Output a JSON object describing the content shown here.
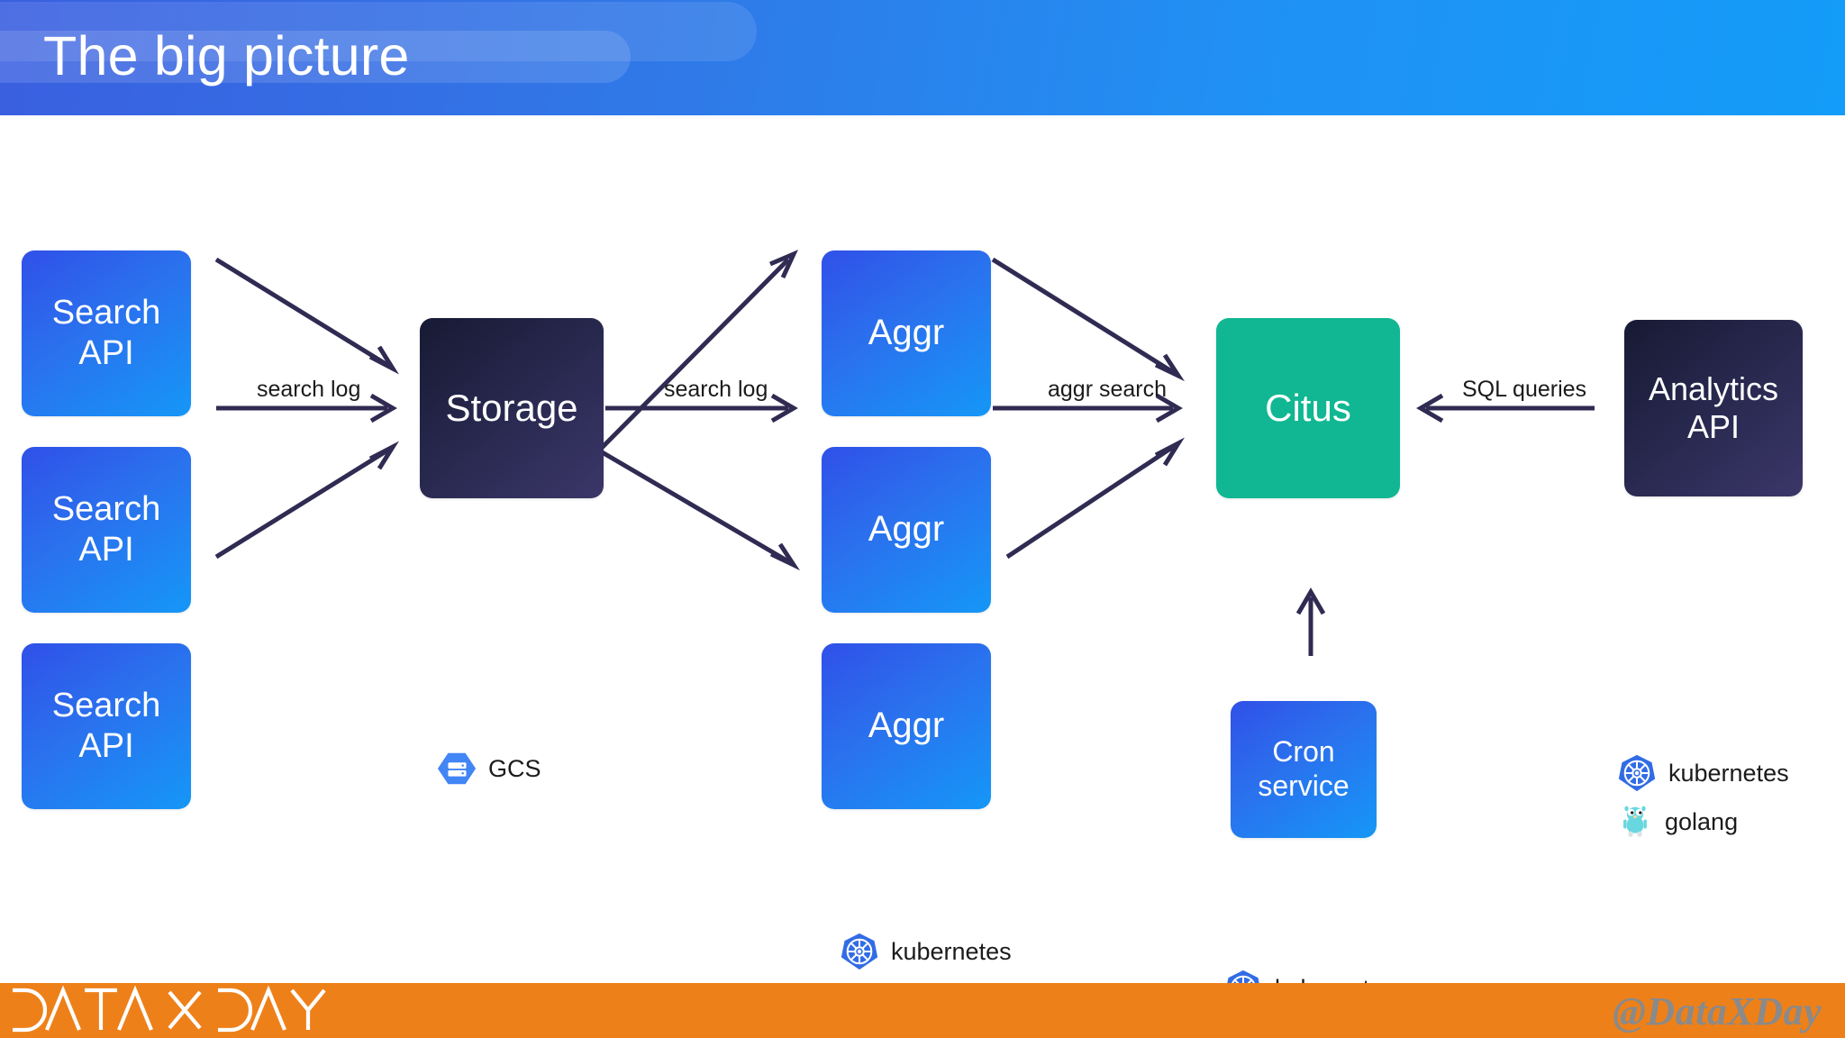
{
  "header": {
    "title": "The big picture",
    "bg_from": "#3a5fe0",
    "bg_to": "#139cf9"
  },
  "colors": {
    "node_blue_from": "#3050e8",
    "node_blue_to": "#1597f7",
    "node_dark_from": "#171a33",
    "node_dark_to": "#3b3668",
    "node_teal": "#10b792",
    "arrow": "#2f2b52",
    "footer_orange": "#ee8019",
    "footer_handle": "#8a8a8a"
  },
  "diagram": {
    "nodes": [
      {
        "id": "search-api-1",
        "label": "Search\nAPI",
        "style": "blue"
      },
      {
        "id": "search-api-2",
        "label": "Search\nAPI",
        "style": "blue"
      },
      {
        "id": "search-api-3",
        "label": "Search\nAPI",
        "style": "blue"
      },
      {
        "id": "storage",
        "label": "Storage",
        "style": "dark"
      },
      {
        "id": "aggr-1",
        "label": "Aggr",
        "style": "blue"
      },
      {
        "id": "aggr-2",
        "label": "Aggr",
        "style": "blue"
      },
      {
        "id": "aggr-3",
        "label": "Aggr",
        "style": "blue"
      },
      {
        "id": "citus",
        "label": "Citus",
        "style": "teal"
      },
      {
        "id": "cron-service",
        "label": "Cron\nservice",
        "style": "blue"
      },
      {
        "id": "analytics-api",
        "label": "Analytics\nAPI",
        "style": "dark"
      }
    ],
    "edges": [
      {
        "from": "search-api-1",
        "to": "storage",
        "label": ""
      },
      {
        "from": "search-api-2",
        "to": "storage",
        "label": "search log"
      },
      {
        "from": "search-api-3",
        "to": "storage",
        "label": ""
      },
      {
        "from": "storage",
        "to": "aggr-1",
        "label": ""
      },
      {
        "from": "storage",
        "to": "aggr-2",
        "label": "search log"
      },
      {
        "from": "storage",
        "to": "aggr-3",
        "label": ""
      },
      {
        "from": "aggr-1",
        "to": "citus",
        "label": ""
      },
      {
        "from": "aggr-2",
        "to": "citus",
        "label": "aggr search"
      },
      {
        "from": "aggr-3",
        "to": "citus",
        "label": ""
      },
      {
        "from": "cron-service",
        "to": "citus",
        "label": ""
      },
      {
        "from": "analytics-api",
        "to": "citus",
        "label": "SQL queries"
      }
    ],
    "edge_labels": {
      "search_log_in": "search log",
      "search_log_out": "search log",
      "aggr_search": "aggr search",
      "sql_queries": "SQL queries"
    },
    "captions": {
      "gcs": "GCS"
    },
    "tech": {
      "kubernetes": "kubernetes",
      "golang": "golang"
    }
  },
  "footer": {
    "logo_text": "DATA X DAY",
    "handle": "@DataXDay"
  }
}
